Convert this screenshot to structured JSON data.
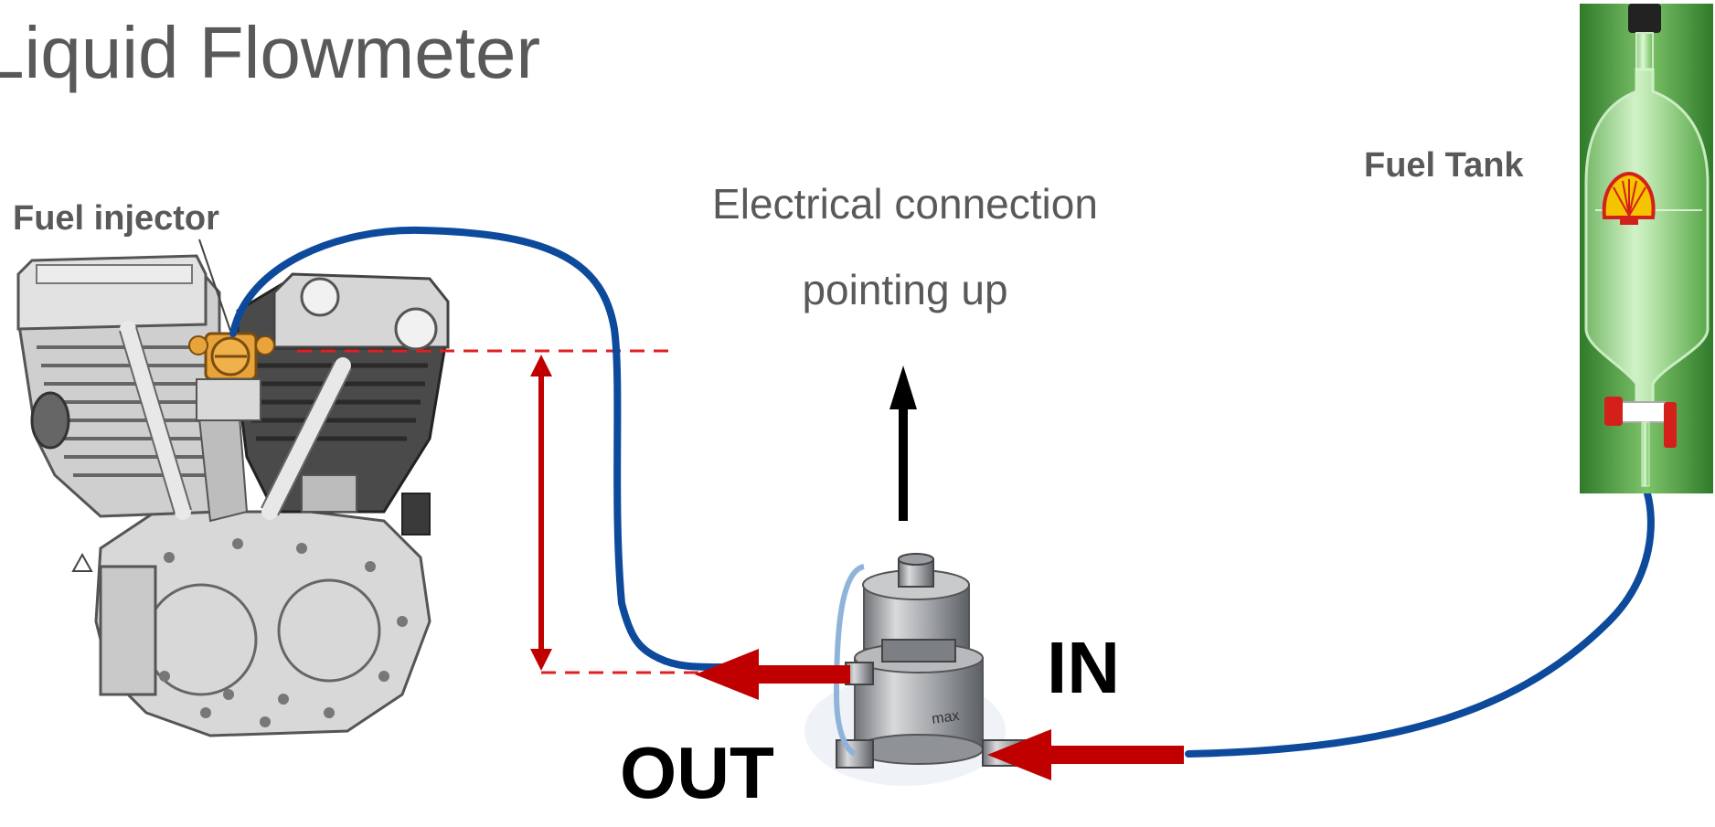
{
  "slide": {
    "title": "Liquid Flowmeter"
  },
  "labels": {
    "fuel_injector": "Fuel injector",
    "fuel_tank": "Fuel Tank",
    "electrical_line1": "Electrical connection",
    "electrical_line2": "pointing up",
    "in": "IN",
    "out": "OUT"
  },
  "meter": {
    "brand": "max"
  },
  "colors": {
    "fuel_line": "#0d4a9c",
    "flow_arrow": "#c00000",
    "text_gray": "#595959",
    "tank_green": "#4a9a3a"
  },
  "icons": [
    "engine-icon",
    "flowmeter-icon",
    "fuel-tank-icon",
    "shell-logo-icon",
    "arrow-up-icon"
  ]
}
